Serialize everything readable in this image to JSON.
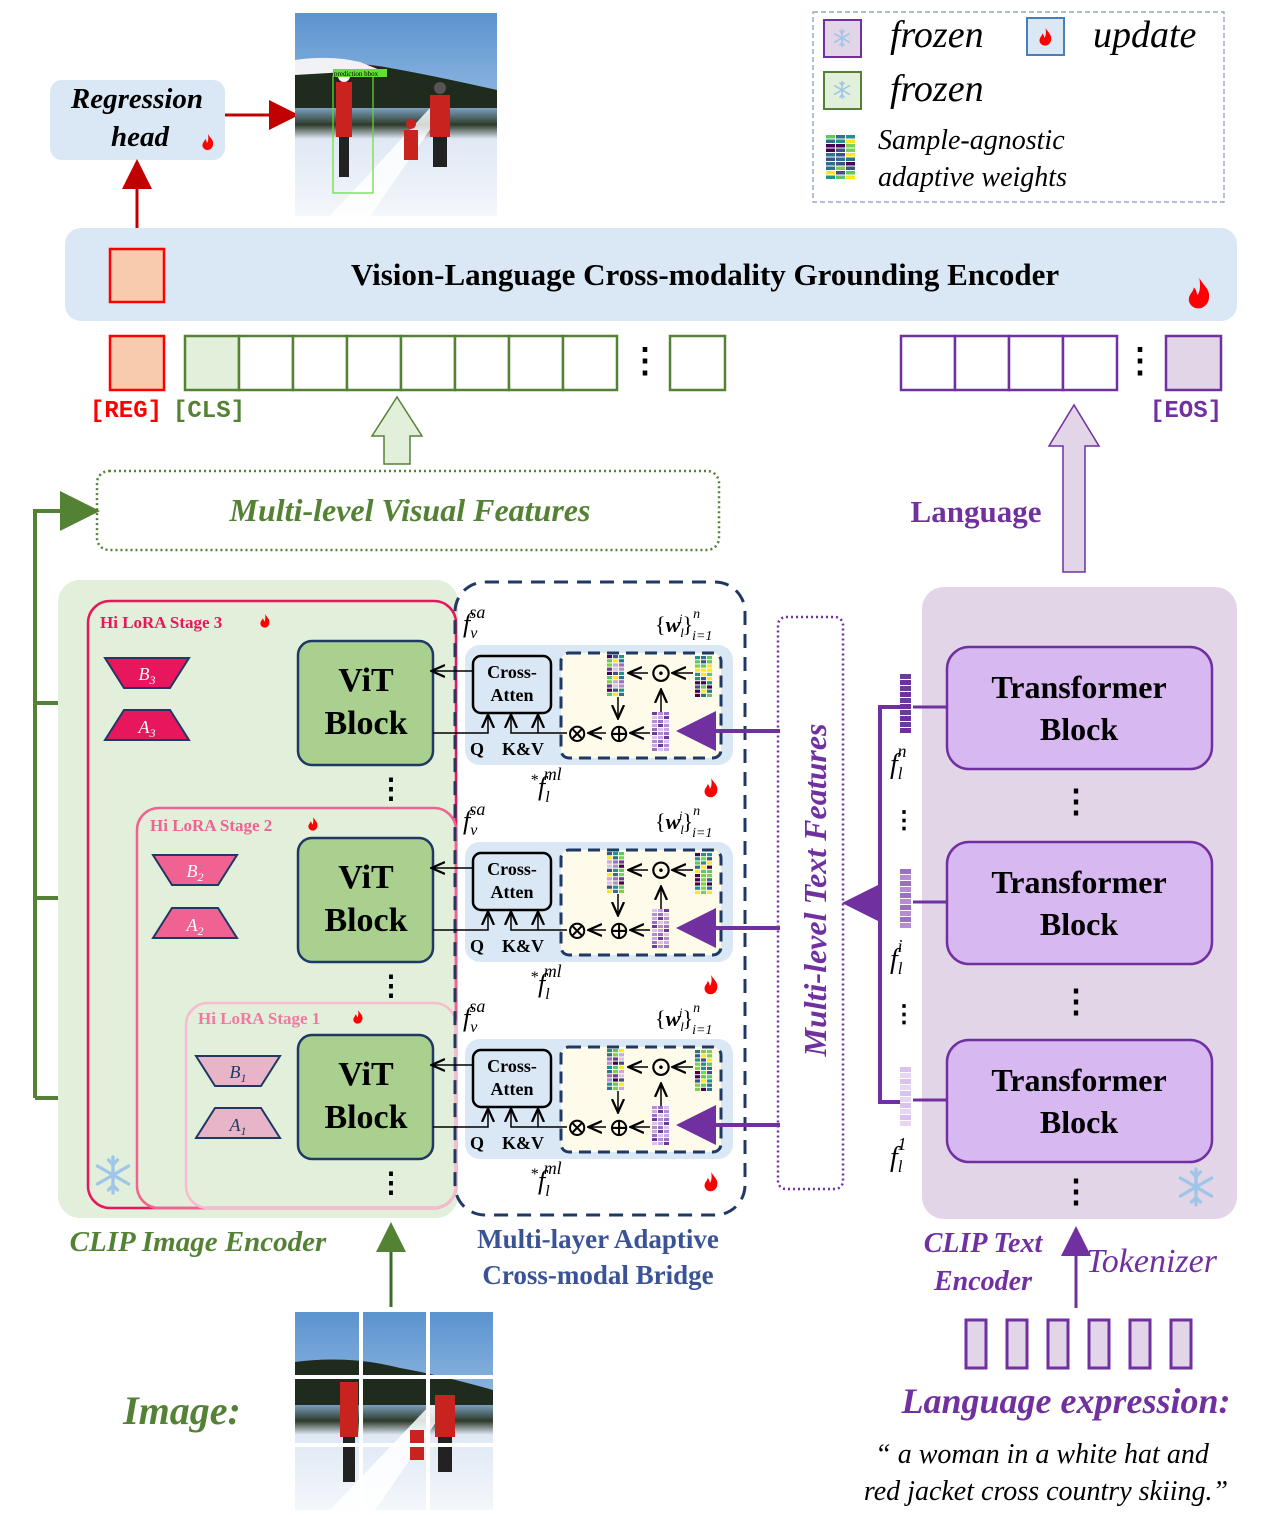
{
  "legend": {
    "frozen_text_label": "frozen",
    "frozen_image_label": "frozen",
    "update_label": "update",
    "weights_label_line1": "Sample-agnostic",
    "weights_label_line2": "adaptive weights"
  },
  "regression_head": {
    "line1": "Regression",
    "line2": "head"
  },
  "prediction_image": {
    "bbox_label": "prediction bbox"
  },
  "grounding_encoder": {
    "title": "Vision-Language Cross-modality Grounding Encoder"
  },
  "tokens": {
    "reg_label": "[REG]",
    "cls_label": "[CLS]",
    "eos_label": "[EOS]",
    "ellipsis": "⋮"
  },
  "visual_features": {
    "label": "Multi-level Visual Features"
  },
  "language_label": "Language",
  "image_encoder": {
    "label": "CLIP Image Encoder",
    "stages": [
      {
        "title": "Hi LoRA Stage 3",
        "b": "B",
        "b_sub": "3",
        "a": "A",
        "a_sub": "3",
        "block_line1": "ViT",
        "block_line2": "Block"
      },
      {
        "title": "Hi LoRA Stage 2",
        "b": "B",
        "b_sub": "2",
        "a": "A",
        "a_sub": "2",
        "block_line1": "ViT",
        "block_line2": "Block"
      },
      {
        "title": "Hi LoRA Stage 1",
        "b": "B",
        "b_sub": "1",
        "a": "A",
        "a_sub": "1",
        "block_line1": "ViT",
        "block_line2": "Block"
      }
    ]
  },
  "bridge": {
    "label_line1": "Multi-layer Adaptive",
    "label_line2": "Cross-modal Bridge",
    "f_v": "f",
    "f_v_sub": "v",
    "f_v_sup": "sa",
    "w_label": "{w",
    "w_sub": "l",
    "w_sup": "i",
    "w_range_sup": "n",
    "w_range_sub": "i=1",
    "cross_atten_line1": "Cross-",
    "cross_atten_line2": "Atten",
    "q_label": "Q",
    "kv_label": "K&V",
    "f_ml_star": "*",
    "f_ml": "f",
    "f_ml_sub": "l",
    "f_ml_sup": "ml",
    "otimes": "⊗",
    "oplus": "⊕",
    "odot": "⊙"
  },
  "text_features": {
    "label": "Multi-level  Text  Features"
  },
  "text_encoder": {
    "label_line1": "CLIP Text",
    "label_line2": "Encoder",
    "blocks": [
      {
        "line1": "Transformer",
        "line2": "Block",
        "feat": "f",
        "feat_sub": "l",
        "feat_sup": "n"
      },
      {
        "line1": "Transformer",
        "line2": "Block",
        "feat": "f",
        "feat_sub": "l",
        "feat_sup": "i"
      },
      {
        "line1": "Transformer",
        "line2": "Block",
        "feat": "f",
        "feat_sub": "l",
        "feat_sup": "1"
      }
    ]
  },
  "tokenizer_label": "Tokenizer",
  "image_input": {
    "label": "Image:"
  },
  "language_expression": {
    "label": "Language expression:",
    "quote_line1": "“ a woman in a white hat and",
    "quote_line2": "red jacket cross country skiing.”"
  },
  "colors": {
    "red": "#c00000",
    "green": "#548235",
    "purple": "#7030a0",
    "navy": "#1f3864",
    "pink": "#e8175d",
    "light_blue": "#dae8f5",
    "light_green": "#e2efda",
    "light_purple": "#e1d5e7"
  }
}
